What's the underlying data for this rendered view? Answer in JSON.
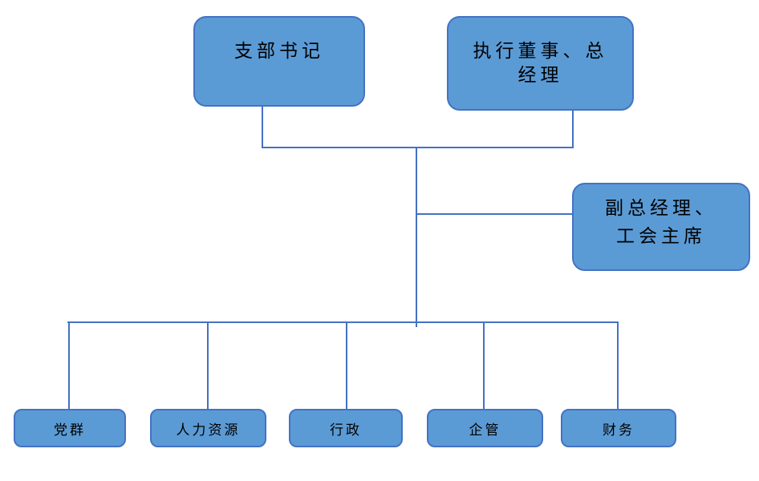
{
  "diagram": {
    "type": "org-chart",
    "background": "#FFFFFF",
    "colors": {
      "node_fill": "#5B9BD5",
      "node_border": "#4472C4",
      "connector": "#4472C4",
      "text": "#000000"
    },
    "top_nodes": [
      {
        "id": "branch-secretary",
        "label": "支部书记",
        "lines": [
          "支部书记"
        ]
      },
      {
        "id": "executive-director-gm",
        "label": "执行董事、总经理",
        "lines": [
          "执行董事、总",
          "经理"
        ]
      }
    ],
    "middle_node": {
      "id": "deputy-gm-union-chairman",
      "label": "副总经理、工会主席",
      "lines": [
        "副总经理、",
        "工会主席"
      ]
    },
    "departments": [
      {
        "id": "party-masses",
        "label": "党群"
      },
      {
        "id": "human-resources",
        "label": "人力资源"
      },
      {
        "id": "administration",
        "label": "行政"
      },
      {
        "id": "enterprise-management",
        "label": "企管"
      },
      {
        "id": "finance",
        "label": "财务"
      }
    ],
    "edges": [
      {
        "from": "branch-secretary",
        "to": "trunk"
      },
      {
        "from": "executive-director-gm",
        "to": "trunk"
      },
      {
        "from": "trunk",
        "to": "deputy-gm-union-chairman"
      },
      {
        "from": "trunk",
        "to": "party-masses"
      },
      {
        "from": "trunk",
        "to": "human-resources"
      },
      {
        "from": "trunk",
        "to": "administration"
      },
      {
        "from": "trunk",
        "to": "enterprise-management"
      },
      {
        "from": "trunk",
        "to": "finance"
      }
    ]
  }
}
